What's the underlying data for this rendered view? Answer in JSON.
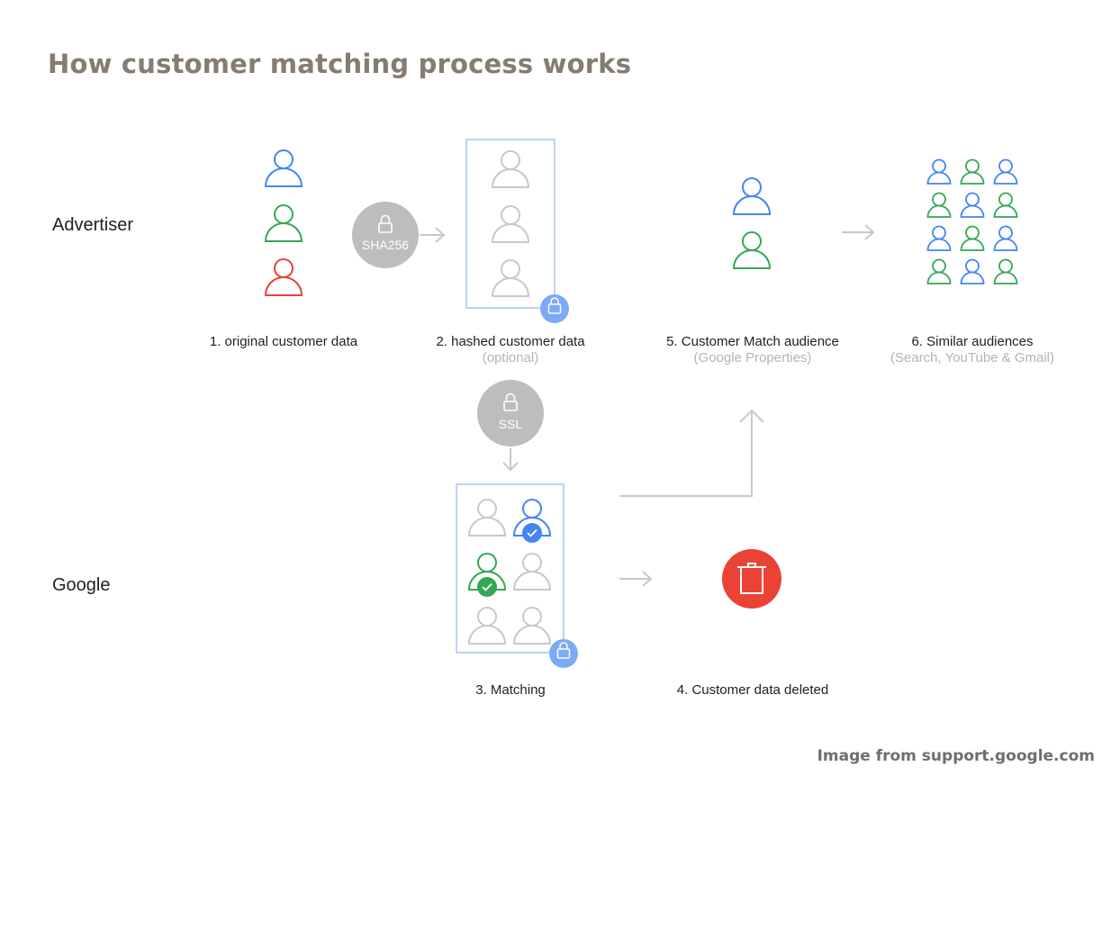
{
  "title": "How customer matching process works",
  "rows": {
    "advertiser": "Advertiser",
    "google": "Google"
  },
  "badges": {
    "hash": "SHA256",
    "transfer": "SSL"
  },
  "steps": [
    {
      "label": "1. original customer data",
      "sub": ""
    },
    {
      "label": "2. hashed customer data",
      "sub": "(optional)"
    },
    {
      "label": "3. Matching",
      "sub": ""
    },
    {
      "label": "4. Customer data deleted",
      "sub": ""
    },
    {
      "label": "5. Customer Match audience",
      "sub": "(Google Properties)"
    },
    {
      "label": "6. Similar audiences",
      "sub": "(Search, YouTube & Gmail)"
    }
  ],
  "credit": "Image from support.google.com",
  "colors": {
    "blue": "#4285f4",
    "green": "#34a853",
    "red": "#ea4335",
    "gray": "#c8c8c8",
    "badge_gray": "#bdbdbd",
    "lock_blue": "#7baaf7",
    "box_border": "#a8c4f5",
    "title": "#857c72"
  }
}
